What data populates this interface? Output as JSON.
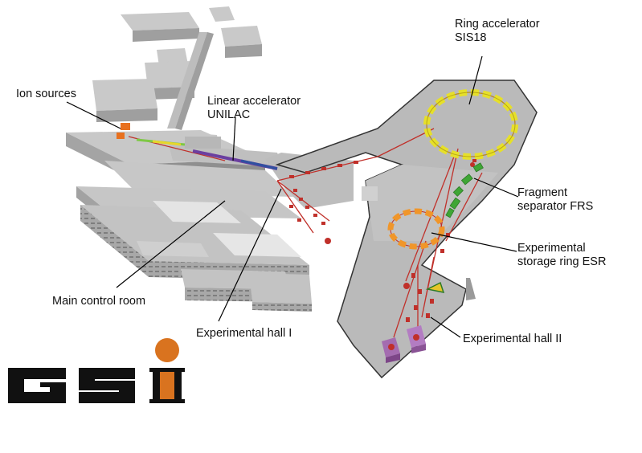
{
  "labels": {
    "ion_sources": "Ion sources",
    "unilac_line1": "Linear accelerator",
    "unilac_line2": "UNILAC",
    "sis18_line1": "Ring accelerator",
    "sis18_line2": "SIS18",
    "frs_line1": "Fragment",
    "frs_line2": "separator FRS",
    "esr_line1": "Experimental",
    "esr_line2": "storage ring ESR",
    "control_room": "Main control room",
    "hall1": "Experimental hall I",
    "hall2": "Experimental hall II"
  },
  "logo": {
    "text": "GSI",
    "colors": {
      "letters": "#111111",
      "dot": "#d9731f"
    }
  },
  "colors": {
    "building_top": "#c8c8c8",
    "building_side": "#9d9d9d",
    "floor": "#b9b9b9",
    "sis18_ring": "#e6e02a",
    "esr_ring": "#f0962a",
    "frs": "#3fa635",
    "unilac": "#6b3fa0",
    "beamline": "#c0302a"
  }
}
